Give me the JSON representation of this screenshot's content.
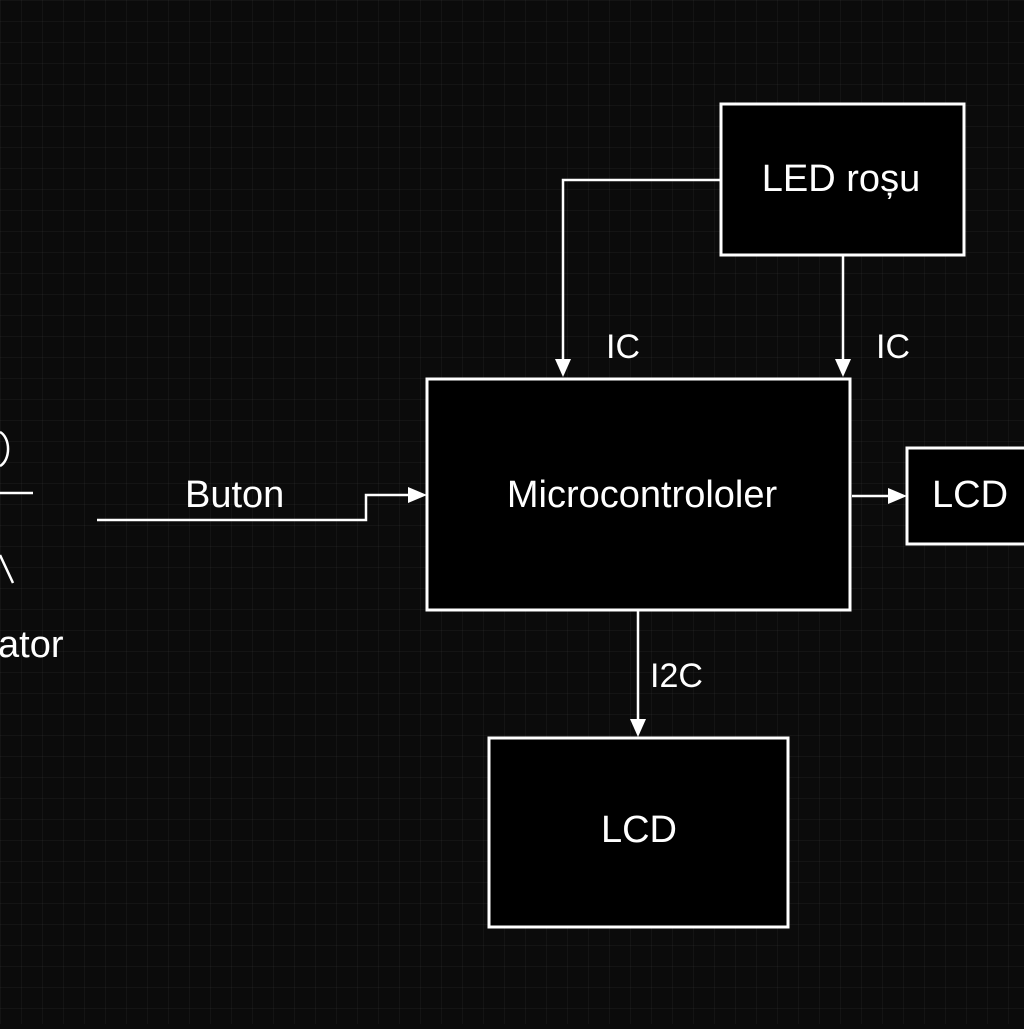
{
  "nodes": {
    "led": "LED roșu",
    "mcu": "Microcontrololer",
    "lcd_right": "LCD",
    "lcd_bottom": "LCD",
    "operator_partial": "ator"
  },
  "edges": {
    "led_to_mcu_left": "IC",
    "led_to_mcu_right": "IC",
    "button_to_mcu": "Buton",
    "mcu_to_lcd_bottom": "I2C"
  },
  "colors": {
    "background": "#0b0b0b",
    "stroke": "#ffffff",
    "text": "#ffffff"
  }
}
